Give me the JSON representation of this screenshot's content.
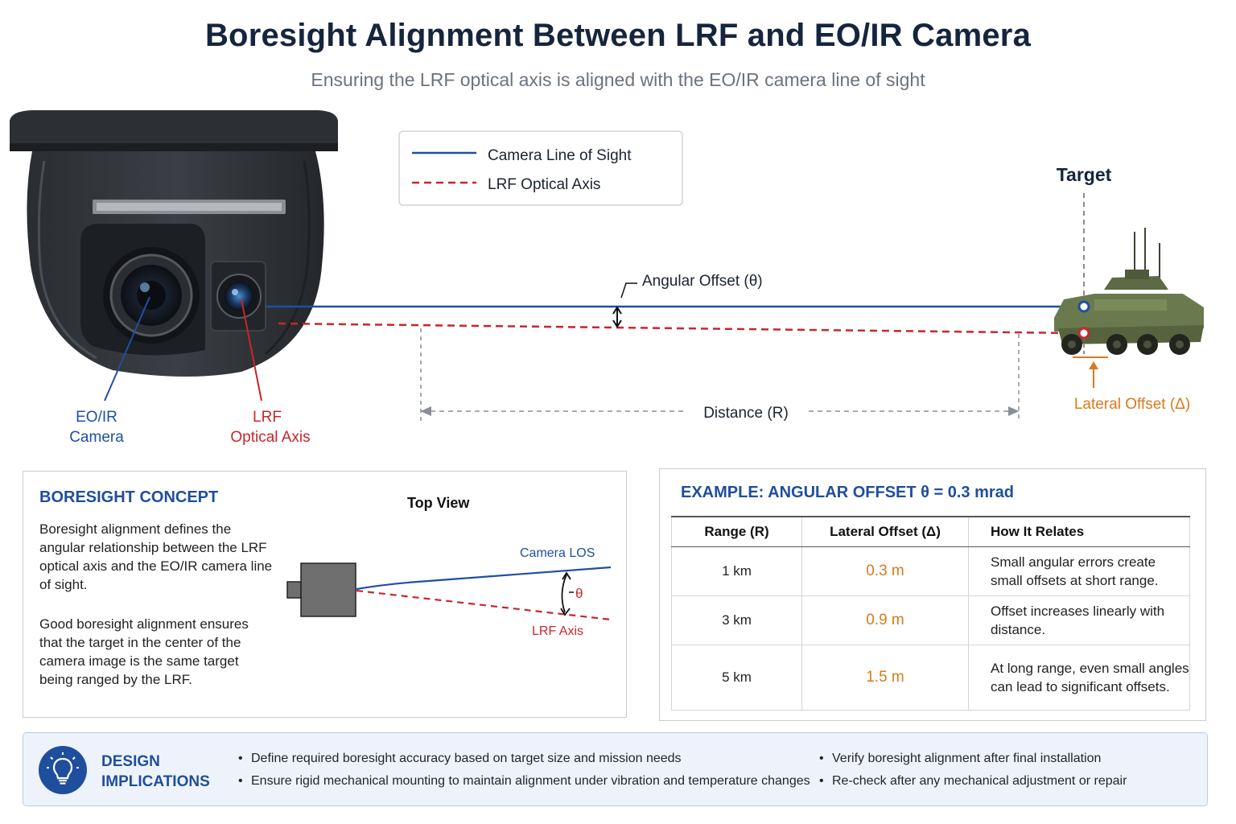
{
  "header": {
    "title": "Boresight Alignment Between LRF and EO/IR Camera",
    "subtitle": "Ensuring the LRF optical axis is aligned with the EO/IR camera line of sight"
  },
  "legend": {
    "camera_los": "Camera Line of Sight",
    "lrf_axis": "LRF Optical Axis"
  },
  "diagram_labels": {
    "target": "Target",
    "angular_offset": "Angular Offset (θ)",
    "distance": "Distance (R)",
    "lateral_offset": "Lateral Offset (Δ)",
    "eoir_line1": "EO/IR",
    "eoir_line2": "Camera",
    "lrf_line1": "LRF",
    "lrf_line2": "Optical Axis"
  },
  "colors": {
    "camera_los": "#1f4fa3",
    "lrf_axis": "#c8262c",
    "lateral_offset": "#d97a1c",
    "heading": "#1f4e9c"
  },
  "concept": {
    "heading": "BORESIGHT CONCEPT",
    "paragraph1": "Boresight alignment defines the angular relationship between the LRF optical axis and the EO/IR camera line of sight.",
    "paragraph2": "Good boresight alignment ensures that the target in the center of the camera image is the same target being ranged by the LRF.",
    "top_view": {
      "title": "Top View",
      "camera_los": "Camera LOS",
      "lrf_axis": "LRF Axis",
      "theta": "θ"
    }
  },
  "example": {
    "heading": "EXAMPLE: ANGULAR OFFSET θ = 0.3 mrad",
    "columns": [
      "Range (R)",
      "Lateral Offset (Δ)",
      "How It Relates"
    ],
    "rows": [
      {
        "range": "1 km",
        "offset": "0.3 m",
        "relates": "Small angular errors create small offsets at short range."
      },
      {
        "range": "3 km",
        "offset": "0.9 m",
        "relates": "Offset increases linearly with distance."
      },
      {
        "range": "5 km",
        "offset": "1.5 m",
        "relates": "At long range, even small angles can lead to significant offsets."
      }
    ]
  },
  "implications": {
    "title_line1": "DESIGN",
    "title_line2": "IMPLICATIONS",
    "icon": "lightbulb-icon",
    "bullets": [
      "Define required boresight accuracy based on target size and mission needs",
      "Ensure rigid mechanical mounting to maintain alignment under vibration and temperature changes",
      "Verify boresight alignment after final installation",
      "Re-check after any mechanical adjustment or repair"
    ]
  }
}
